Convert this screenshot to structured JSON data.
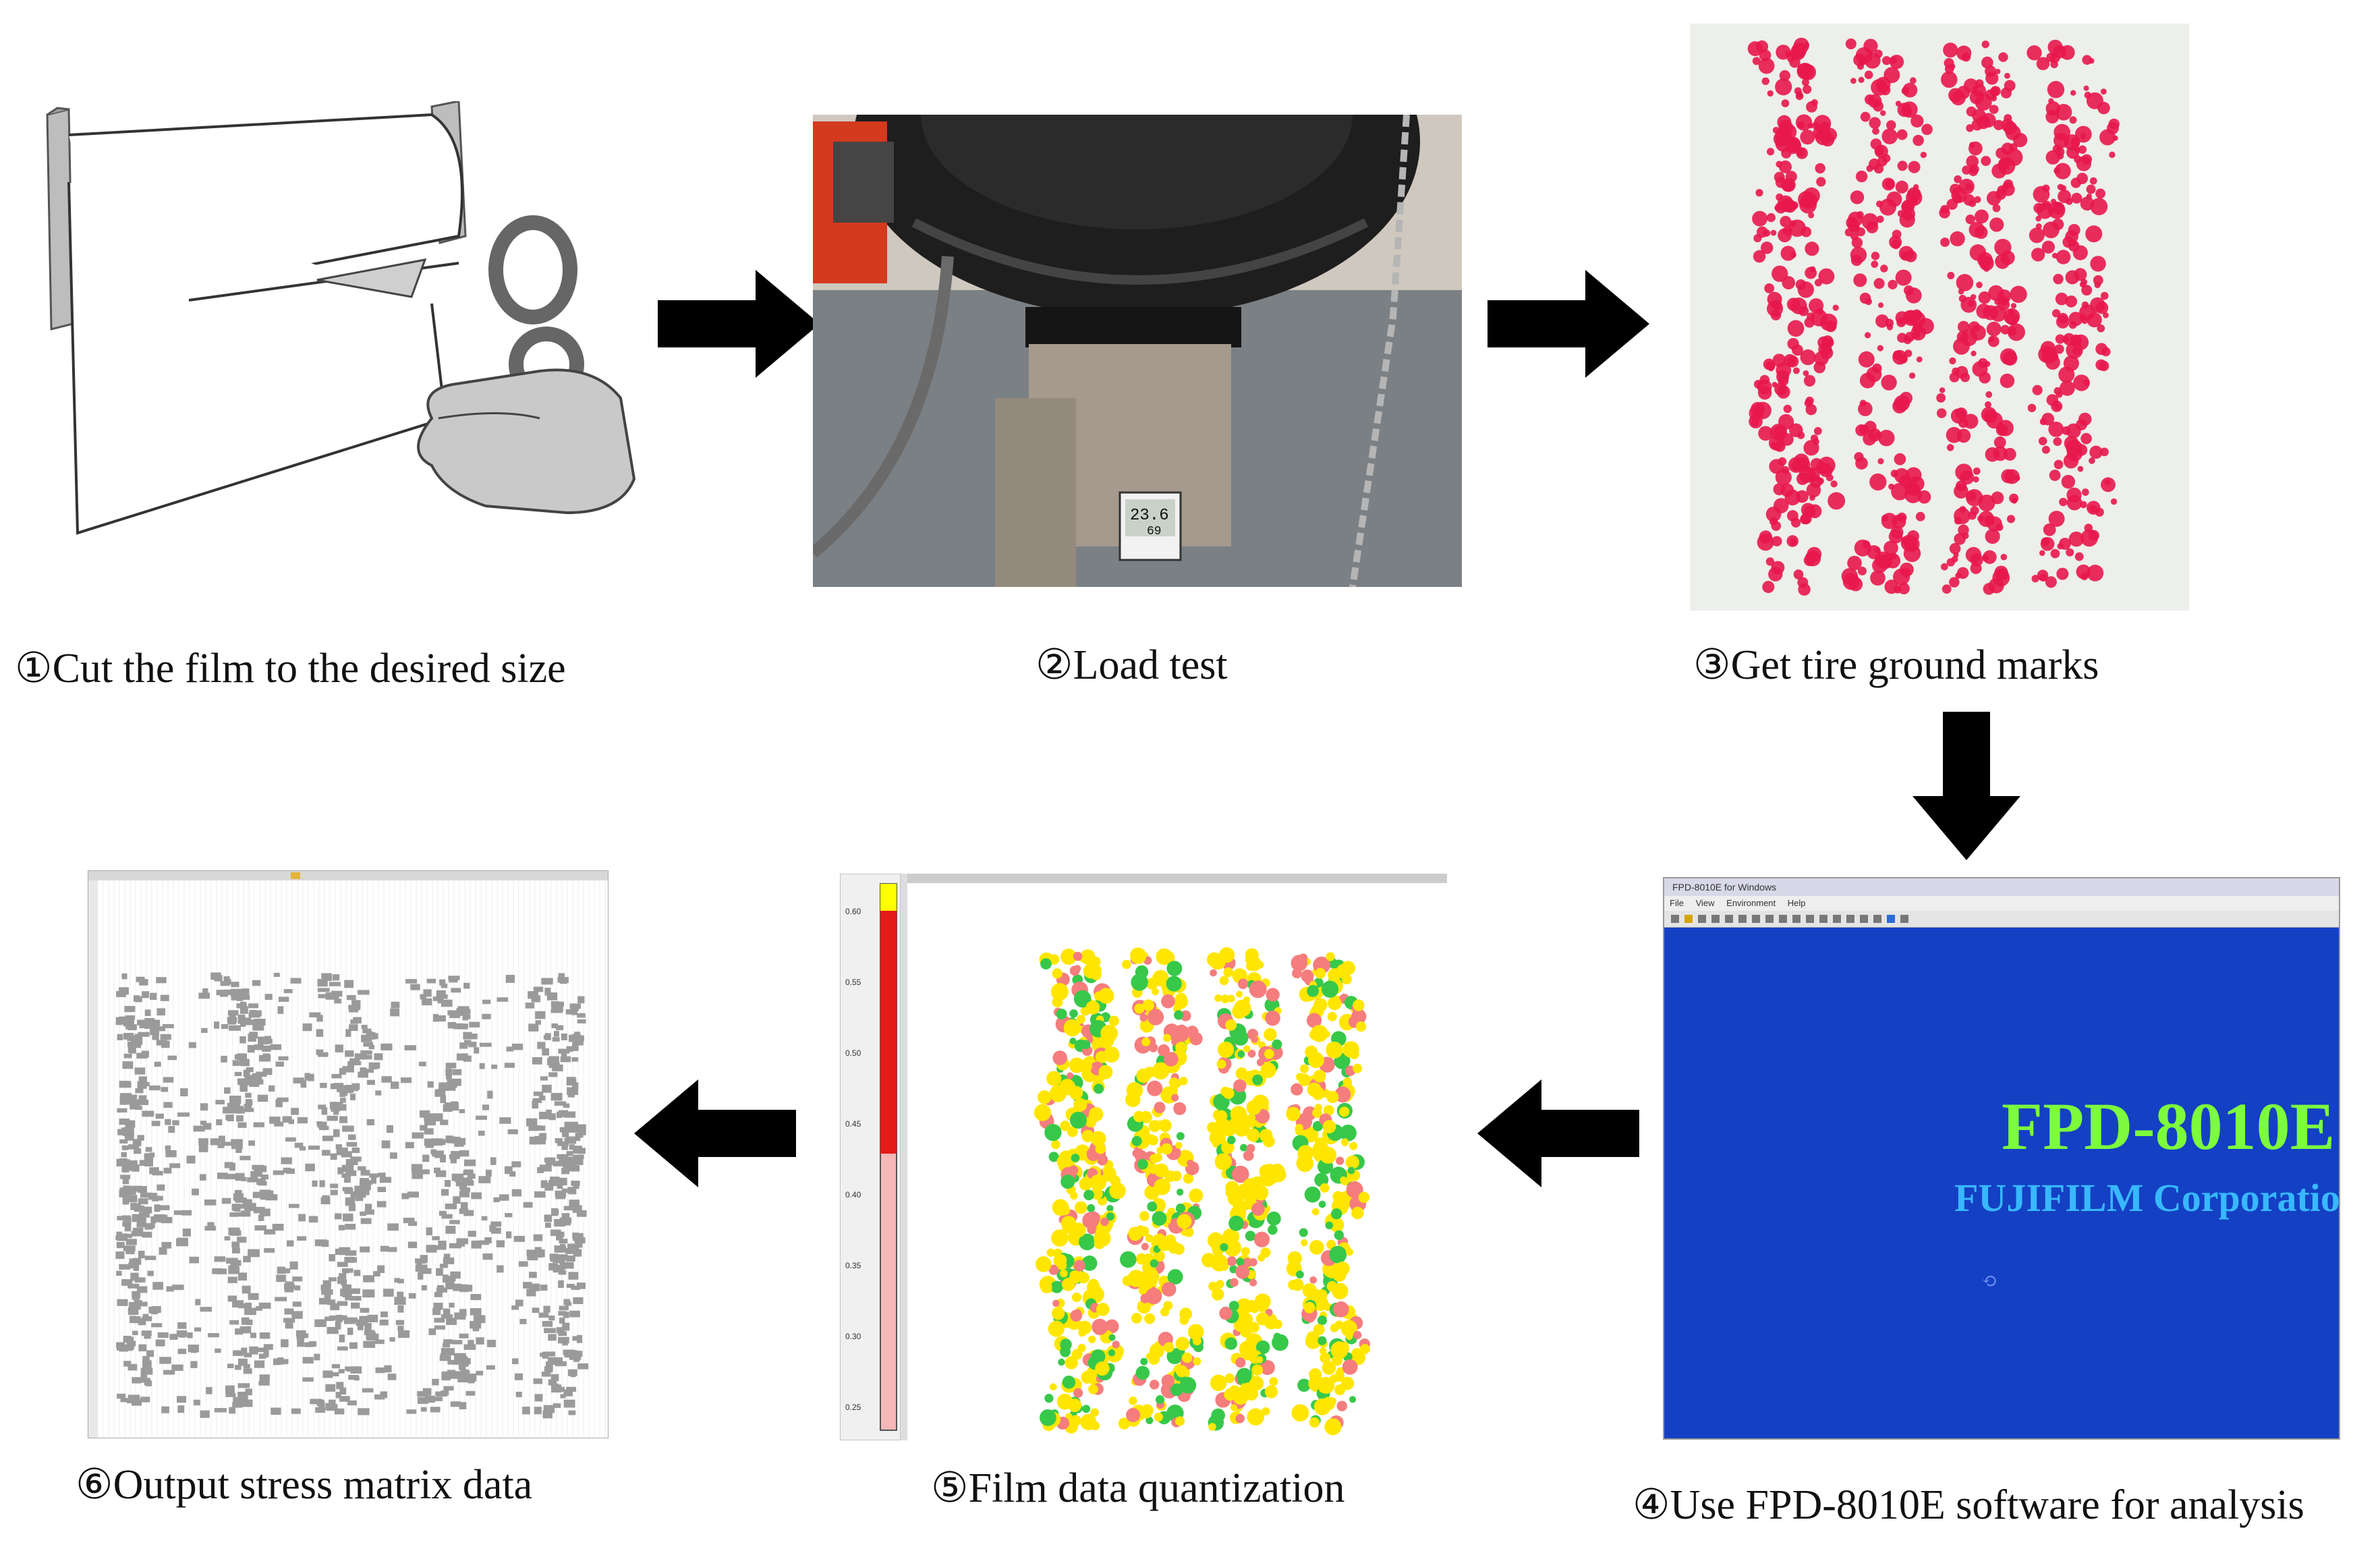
{
  "steps": [
    {
      "caption": "①Cut the film to the desired size"
    },
    {
      "caption": "②Load test"
    },
    {
      "caption": "③Get tire ground marks"
    },
    {
      "caption": "④Use FPD-8010E software for analysis"
    },
    {
      "caption": "⑤Film data quantization"
    },
    {
      "caption": "⑥Output stress matrix data"
    }
  ],
  "software": {
    "window_title": "FPD-8010E for Windows",
    "menu": [
      "File",
      "View",
      "Environment",
      "Help"
    ],
    "product": "FPD-8010E",
    "company": "FUJIFILM Corporation"
  },
  "hygrometer": {
    "temp": "23.6",
    "humidity": "69"
  },
  "colorbar": {
    "ticks": [
      "0.60",
      "0.55",
      "0.50",
      "0.45",
      "0.40",
      "0.35",
      "0.30",
      "0.25"
    ]
  },
  "colors": {
    "arrow": "#000000",
    "ink_red": "#e8174d",
    "screen_blue": "#1440c4",
    "product_green": "#7cfc3c",
    "company_cyan": "#38b8ff"
  }
}
